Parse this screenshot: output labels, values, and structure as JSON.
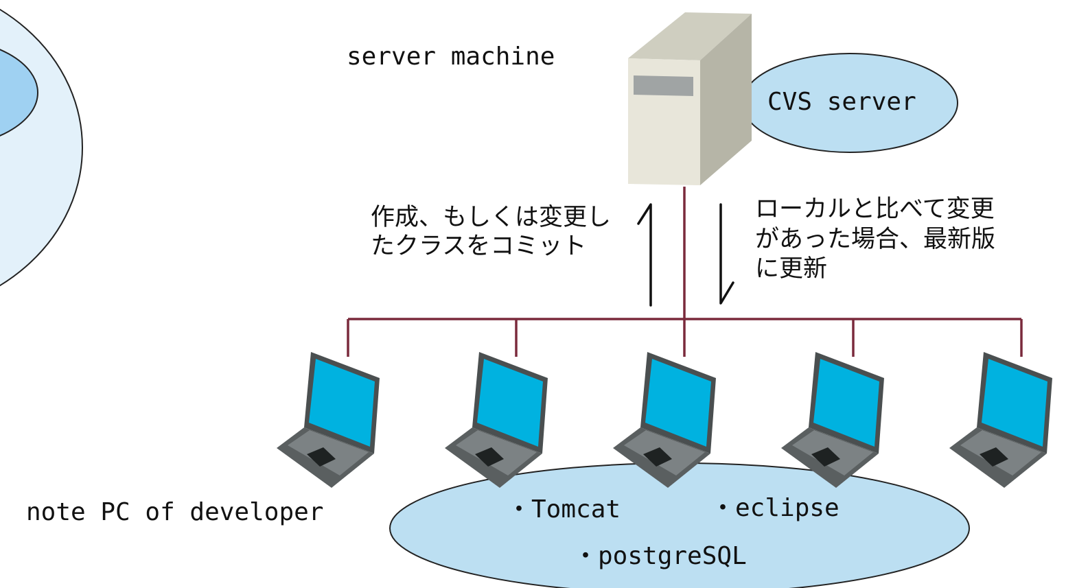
{
  "labels": {
    "server_machine": "server machine",
    "cvs_server": "CVS server",
    "commit_line1": "作成、もしくは変更し",
    "commit_line2": "たクラスをコミット",
    "update_line1": "ローカルと比べて変更",
    "update_line2": "があった場合、最新版",
    "update_line3": "に更新",
    "note_pc": "note PC of developer",
    "tool_tomcat": "・Tomcat",
    "tool_eclipse": "・eclipse",
    "tool_postgresql": "・postgreSQL"
  },
  "colors": {
    "network_line": "#7a2a3c",
    "ellipse_fill": "#bcdff2",
    "screen": "#00b2e0",
    "laptop_body": "#5a5f60",
    "laptop_keyboard": "#7c8284",
    "server_front": "#e8e6da",
    "server_side": "#b6b5a7",
    "server_top": "#cfcec0",
    "left_outer": "#e3f1fa",
    "left_inner": "#9fd1f2"
  }
}
